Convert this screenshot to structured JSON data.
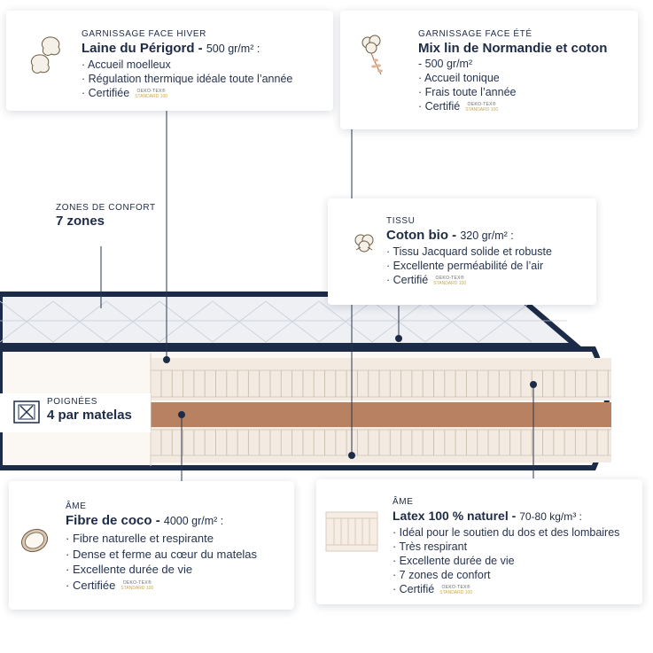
{
  "winter": {
    "kicker": "GARNISSAGE FACE HIVER",
    "title": "Laine du Périgord",
    "spec": "500 gr/m² :",
    "bullets": [
      "Accueil moelleux",
      "Régulation thermique idéale toute l’année",
      "Certifiée"
    ],
    "icon": "wool-icon"
  },
  "summer": {
    "kicker": "GARNISSAGE FACE ÉTÉ",
    "title": "Mix lin de Normandie et coton",
    "spec": "- 500 gr/m²",
    "bullets": [
      "Accueil tonique",
      "Frais toute l’année",
      "Certifié"
    ],
    "icon": "cotton-linen-icon"
  },
  "zones": {
    "kicker": "ZONES DE CONFORT",
    "title": "7 zones"
  },
  "fabric": {
    "kicker": "TISSU",
    "title": "Coton bio",
    "spec": "320 gr/m² :",
    "bullets": [
      "Tissu Jacquard solide et robuste",
      "Excellente perméabilité de l’air",
      "Certifié"
    ],
    "icon": "cotton-flower-icon"
  },
  "handles": {
    "kicker": "POIGNÉES",
    "title": "4 par matelas",
    "icon": "handle-icon"
  },
  "coco": {
    "kicker": "ÂME",
    "title": "Fibre de coco",
    "spec": "4000 gr/m² :",
    "bullets": [
      "Fibre naturelle et respirante",
      "Dense et ferme au cœur du matelas",
      "Excellente durée de vie",
      "Certifiée"
    ],
    "icon": "coconut-icon"
  },
  "latex": {
    "kicker": "ÂME",
    "title": "Latex 100 % naturel",
    "spec": "70-80 kg/m³ :",
    "bullets": [
      "Idéal pour le soutien du dos et des lombaires",
      "Très respirant",
      "Excellente durée de vie",
      "7 zones de confort",
      "Certifié"
    ],
    "icon": "latex-block-icon"
  },
  "certification": {
    "line1": "OEKO-TEX®",
    "line2": "STANDARD 100"
  },
  "colors": {
    "navy": "#1c2b48",
    "latex": "#f3ebe2",
    "coco": "#b78162",
    "quilt": "#eef0f4"
  }
}
